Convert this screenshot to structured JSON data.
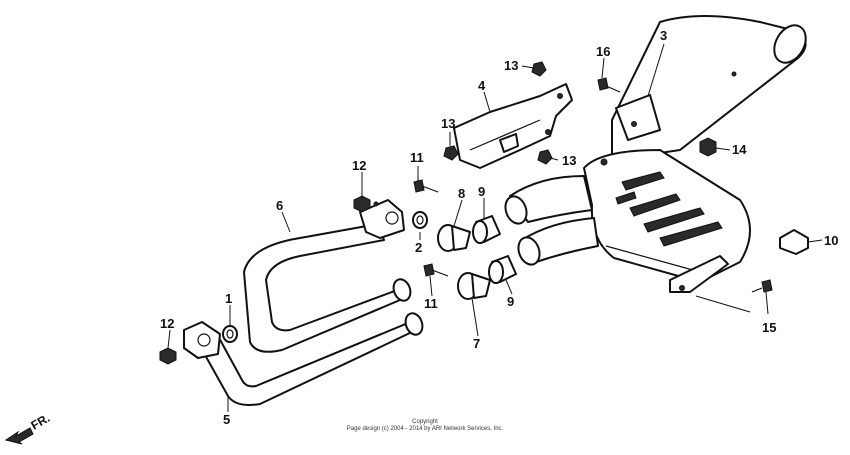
{
  "callouts": {
    "c1": "1",
    "c2": "2",
    "c3": "3",
    "c4": "4",
    "c5": "5",
    "c6": "6",
    "c7": "7",
    "c8": "8",
    "c9a": "9",
    "c9b": "9",
    "c10": "10",
    "c11a": "11",
    "c11b": "11",
    "c12a": "12",
    "c12b": "12",
    "c13a": "13",
    "c13b": "13",
    "c13c": "13",
    "c14": "14",
    "c15": "15",
    "c16": "16"
  },
  "front_marker": "FR.",
  "copyright": {
    "line1": "Copyright",
    "line2": "Page design (c) 2004 - 2014 by ARI Network Services, Inc."
  }
}
